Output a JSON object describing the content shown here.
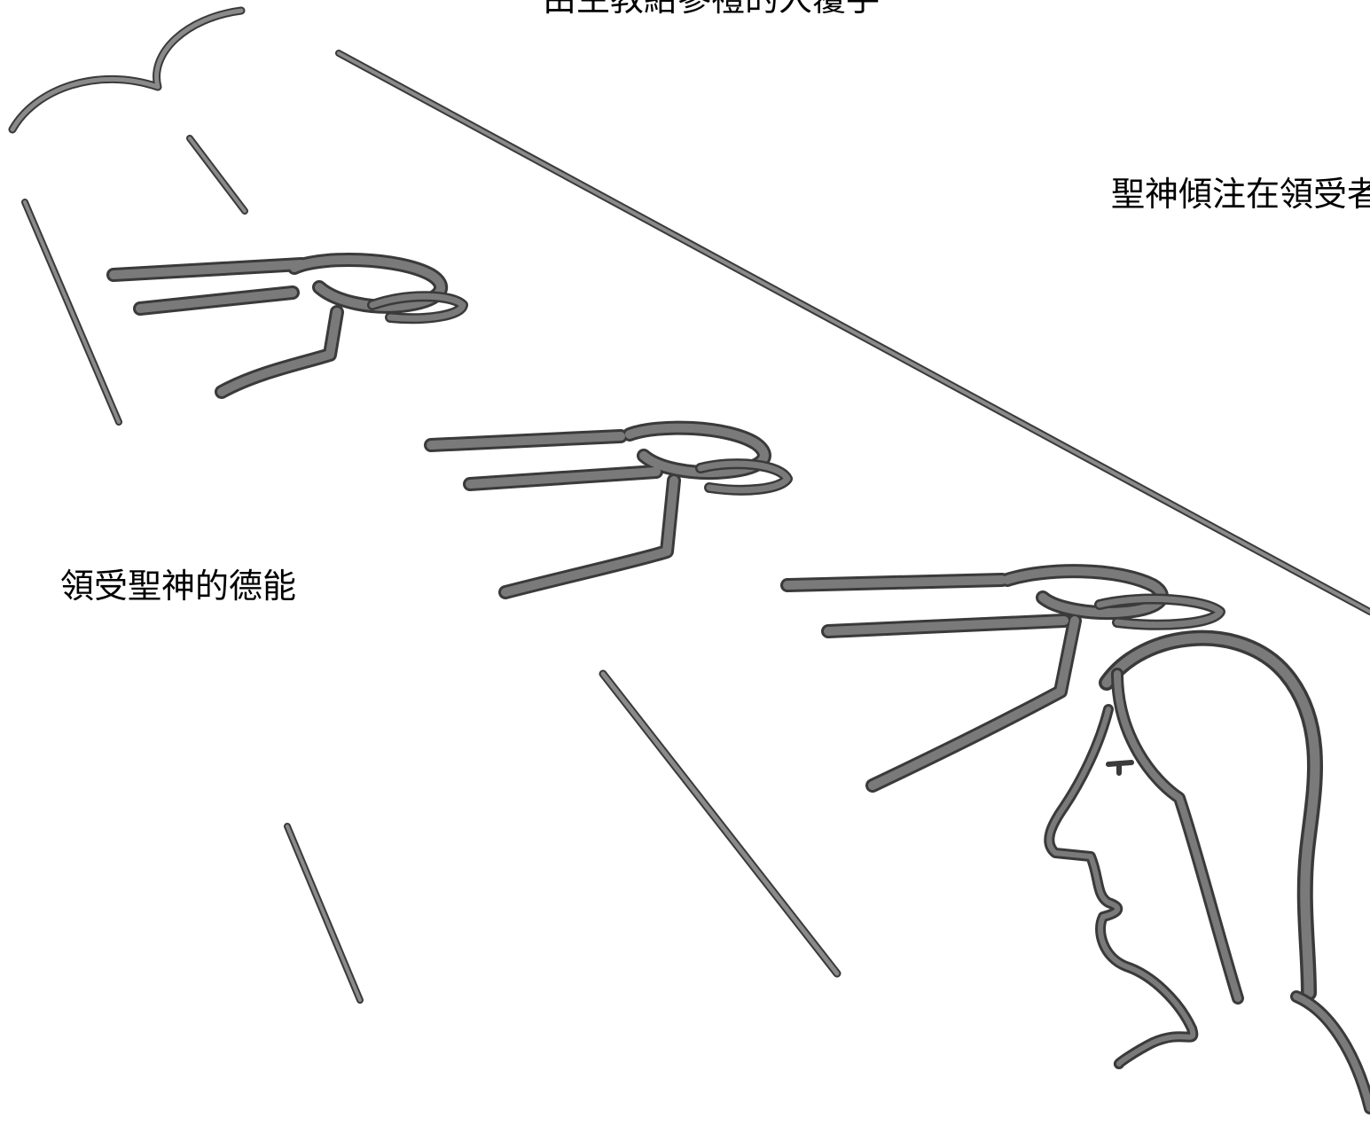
{
  "captions": {
    "top": "由主教紿參禮的人覆手",
    "right": "聖神傾注在領受者",
    "left": "領受聖神的德能"
  },
  "colors": {
    "background": "#ffffff",
    "stroke": "#6e6e6e",
    "stroke_outline": "#3a3a3a",
    "text": "#000000"
  },
  "icons": {
    "cloud": "cloud-icon",
    "hands": "hand-icon",
    "figure": "person-profile-icon"
  }
}
